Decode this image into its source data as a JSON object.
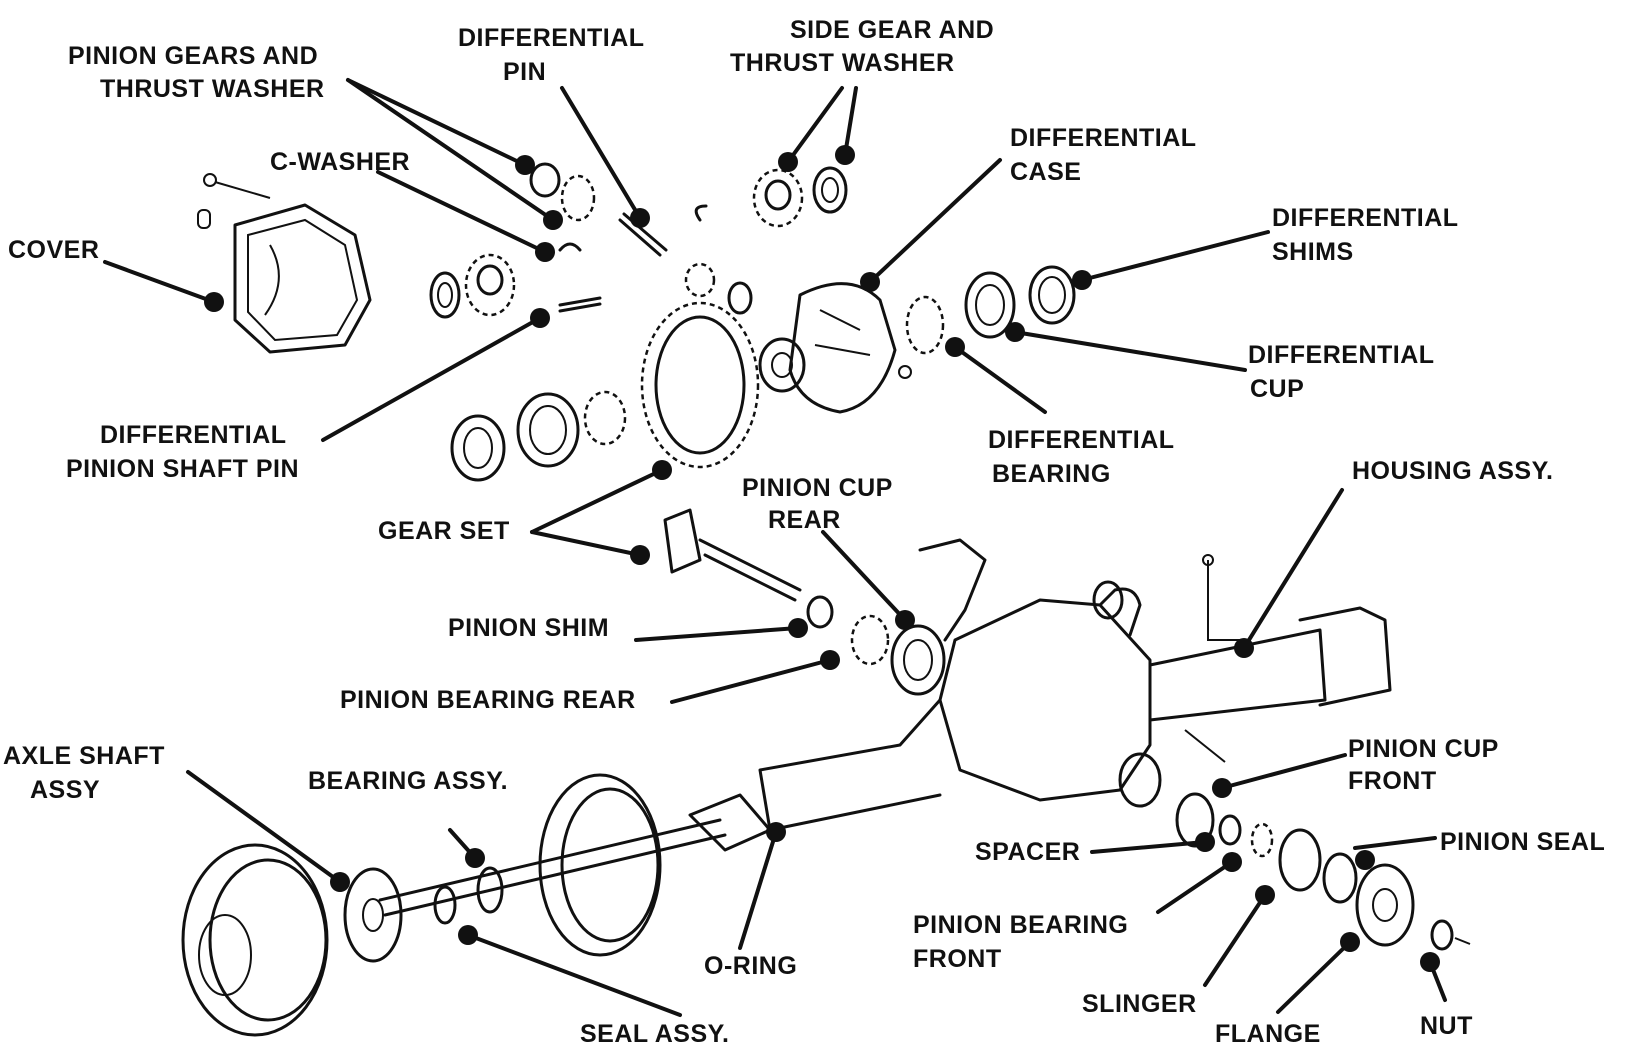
{
  "labels": {
    "pinion_gears_thrust_1": "PINION GEARS AND",
    "pinion_gears_thrust_2": "THRUST WASHER",
    "differential_pin_1": "DIFFERENTIAL",
    "differential_pin_2": "PIN",
    "side_gear_1": "SIDE GEAR AND",
    "side_gear_2": "THRUST WASHER",
    "c_washer": "C-WASHER",
    "differential_case_1": "DIFFERENTIAL",
    "differential_case_2": "CASE",
    "cover": "COVER",
    "differential_shims_1": "DIFFERENTIAL",
    "differential_shims_2": "SHIMS",
    "differential_cup_1": "DIFFERENTIAL",
    "differential_cup_2": "CUP",
    "diff_pinion_shaft_pin_1": "DIFFERENTIAL",
    "diff_pinion_shaft_pin_2": "PINION SHAFT PIN",
    "differential_bearing_1": "DIFFERENTIAL",
    "differential_bearing_2": "BEARING",
    "housing_assy": "HOUSING ASSY.",
    "pinion_cup_rear_1": "PINION CUP",
    "pinion_cup_rear_2": "REAR",
    "gear_set": "GEAR SET",
    "pinion_shim": "PINION SHIM",
    "pinion_bearing_rear": "PINION BEARING REAR",
    "axle_shaft_1": "AXLE SHAFT",
    "axle_shaft_2": "ASSY",
    "bearing_assy": "BEARING ASSY.",
    "pinion_cup_front_1": "PINION CUP",
    "pinion_cup_front_2": "FRONT",
    "spacer": "SPACER",
    "pinion_seal": "PINION SEAL",
    "pinion_bearing_front_1": "PINION BEARING",
    "pinion_bearing_front_2": "FRONT",
    "o_ring": "O-RING",
    "slinger": "SLINGER",
    "nut": "NUT",
    "seal_assy": "SEAL ASSY.",
    "flange": "FLANGE"
  }
}
